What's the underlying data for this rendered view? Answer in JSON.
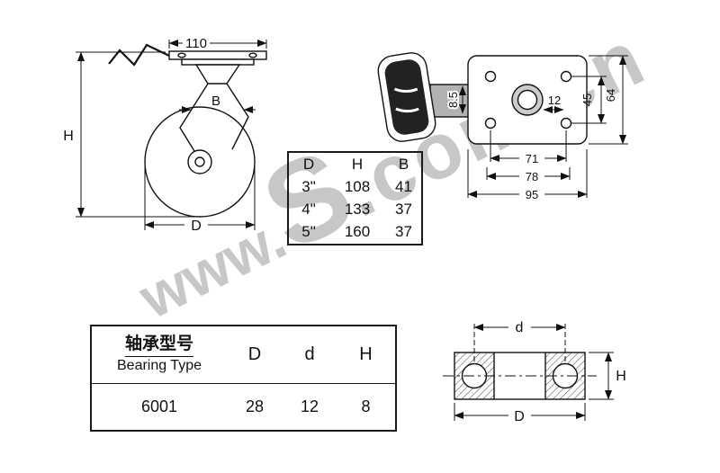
{
  "page": {
    "background": "#ffffff",
    "line_color": "#111111",
    "watermark_color": "#c7c7c7"
  },
  "watermark": {
    "prefix": "www.",
    "big": "S",
    "suffix": ".com.cn"
  },
  "caster_view": {
    "dim_top": "110",
    "dim_height": "H",
    "dim_fork": "B",
    "dim_wheel": "D"
  },
  "plate_view": {
    "dim_slot": "8.5",
    "dim_offset": "12",
    "dim_hole_span_v": "45",
    "dim_plate_height": "64",
    "dim_hole_span_h": "71",
    "dim_mid_h": "78",
    "dim_plate_width": "95"
  },
  "size_table": {
    "headers": [
      "D",
      "H",
      "B"
    ],
    "rows": [
      [
        "3\"",
        "108",
        "41"
      ],
      [
        "4\"",
        "133",
        "37"
      ],
      [
        "5\"",
        "160",
        "37"
      ]
    ]
  },
  "bearing_table": {
    "title_cn": "轴承型号",
    "title_en": "Bearing Type",
    "headers": [
      "D",
      "d",
      "H"
    ],
    "row": [
      "6001",
      "28",
      "12",
      "8"
    ]
  },
  "bearing_view": {
    "dim_bore": "d",
    "dim_outer": "D",
    "dim_width": "H"
  }
}
